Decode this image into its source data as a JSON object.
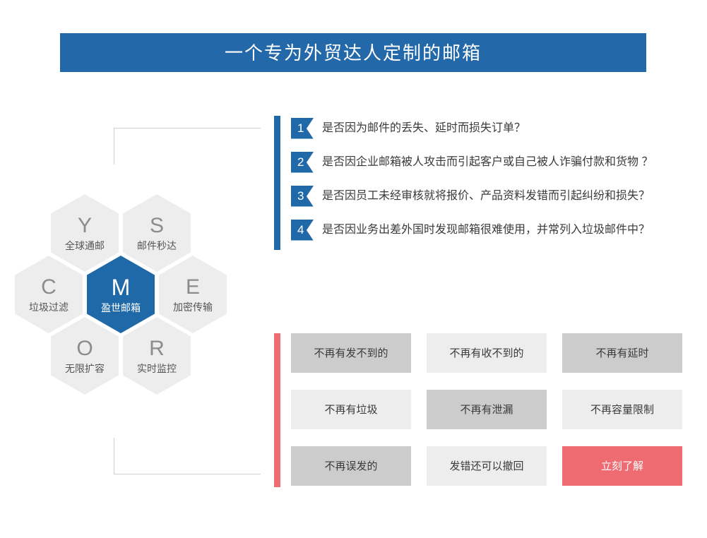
{
  "header": {
    "title": "一个专为外贸达人定制的邮箱",
    "bar_color": "#2368a8",
    "text_color": "#ffffff"
  },
  "hex_diagram": {
    "accent_color": "#2069a8",
    "tile_color": "#ededed",
    "tiles": [
      {
        "letter": "Y",
        "label": "全球通邮",
        "position": "top-left",
        "active": false
      },
      {
        "letter": "S",
        "label": "邮件秒达",
        "position": "top-right",
        "active": false
      },
      {
        "letter": "C",
        "label": "垃圾过滤",
        "position": "middle-left",
        "active": false
      },
      {
        "letter": "M",
        "label": "盈世邮箱",
        "position": "center",
        "active": true
      },
      {
        "letter": "E",
        "label": "加密传输",
        "position": "middle-right",
        "active": false
      },
      {
        "letter": "O",
        "label": "无限扩容",
        "position": "bottom-left",
        "active": false
      },
      {
        "letter": "R",
        "label": "实时监控",
        "position": "bottom-right",
        "active": false
      }
    ]
  },
  "questions": {
    "rail_color": "#2069a8",
    "items": [
      {
        "number": "1",
        "text": "是否因为邮件的丢失、延时而损失订单？"
      },
      {
        "number": "2",
        "text": "是否因企业邮箱被人攻击而引起客户或自己被人诈骗付款和货物 ？"
      },
      {
        "number": "3",
        "text": "是否因员工未经审核就将报价、产品资料发错而引起纠纷和损失？"
      },
      {
        "number": "4",
        "text": "是否因业务出差外国时发现邮箱很难使用，并常列入垃圾邮件中？"
      }
    ]
  },
  "benefits": {
    "rail_color": "#ef6b72",
    "cells": [
      {
        "label": "不再有发不到的",
        "tone": "dark",
        "cta": false
      },
      {
        "label": "不再有收不到的",
        "tone": "light",
        "cta": false
      },
      {
        "label": "不再有延时",
        "tone": "dark",
        "cta": false
      },
      {
        "label": "不再有垃圾",
        "tone": "light",
        "cta": false
      },
      {
        "label": "不再有泄漏",
        "tone": "dark",
        "cta": false
      },
      {
        "label": "不再容量限制",
        "tone": "light",
        "cta": false
      },
      {
        "label": "不再误发的",
        "tone": "dark",
        "cta": false
      },
      {
        "label": "发错还可以撤回",
        "tone": "light",
        "cta": false
      },
      {
        "label": "立刻了解",
        "tone": "red",
        "cta": true
      }
    ]
  }
}
